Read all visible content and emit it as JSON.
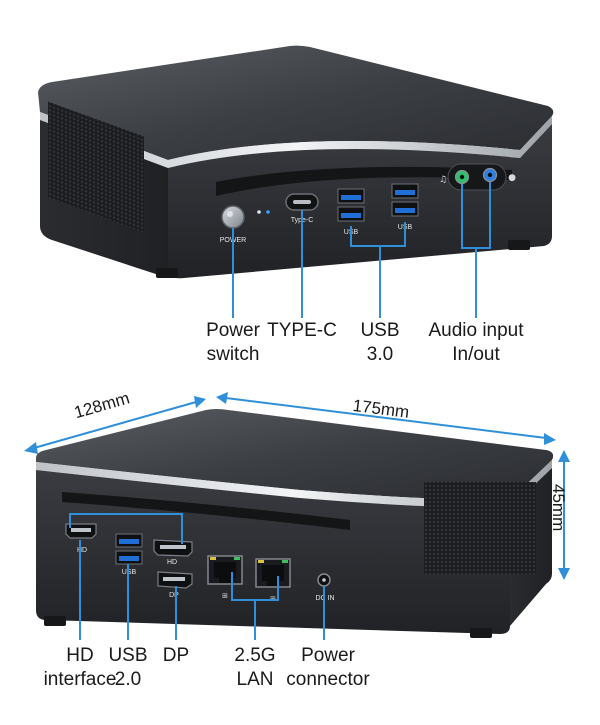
{
  "front": {
    "port_labels": {
      "power": "POWER",
      "typec": "Type-C",
      "usb_left": "USB",
      "usb_right": "USB"
    },
    "callouts": {
      "power_switch": [
        "Power",
        "switch"
      ],
      "typec": [
        "TYPE-C"
      ],
      "usb30": [
        "USB",
        "3.0"
      ],
      "audio": [
        "Audio input",
        "In/out"
      ]
    }
  },
  "back": {
    "port_labels": {
      "hd": "HD",
      "usb": "USB",
      "hd2": "HD",
      "dp": "DP",
      "dcin": "DC IN"
    },
    "callouts": {
      "hd": [
        "HD",
        "interface"
      ],
      "usb20": [
        "USB",
        "2.0"
      ],
      "dp": [
        "DP"
      ],
      "lan": [
        "2.5G",
        "LAN"
      ],
      "power_connector": [
        "Power",
        "connector"
      ]
    }
  },
  "dimensions": {
    "depth": "128mm",
    "width": "175mm",
    "height": "45mm"
  },
  "colors": {
    "leader": "#2f8fd8",
    "usb_blue": "#1f6fd6",
    "audio_green": "#2fbf6f",
    "audio_blue": "#2f7fe0",
    "chassis_dark": "#2b2d31"
  }
}
